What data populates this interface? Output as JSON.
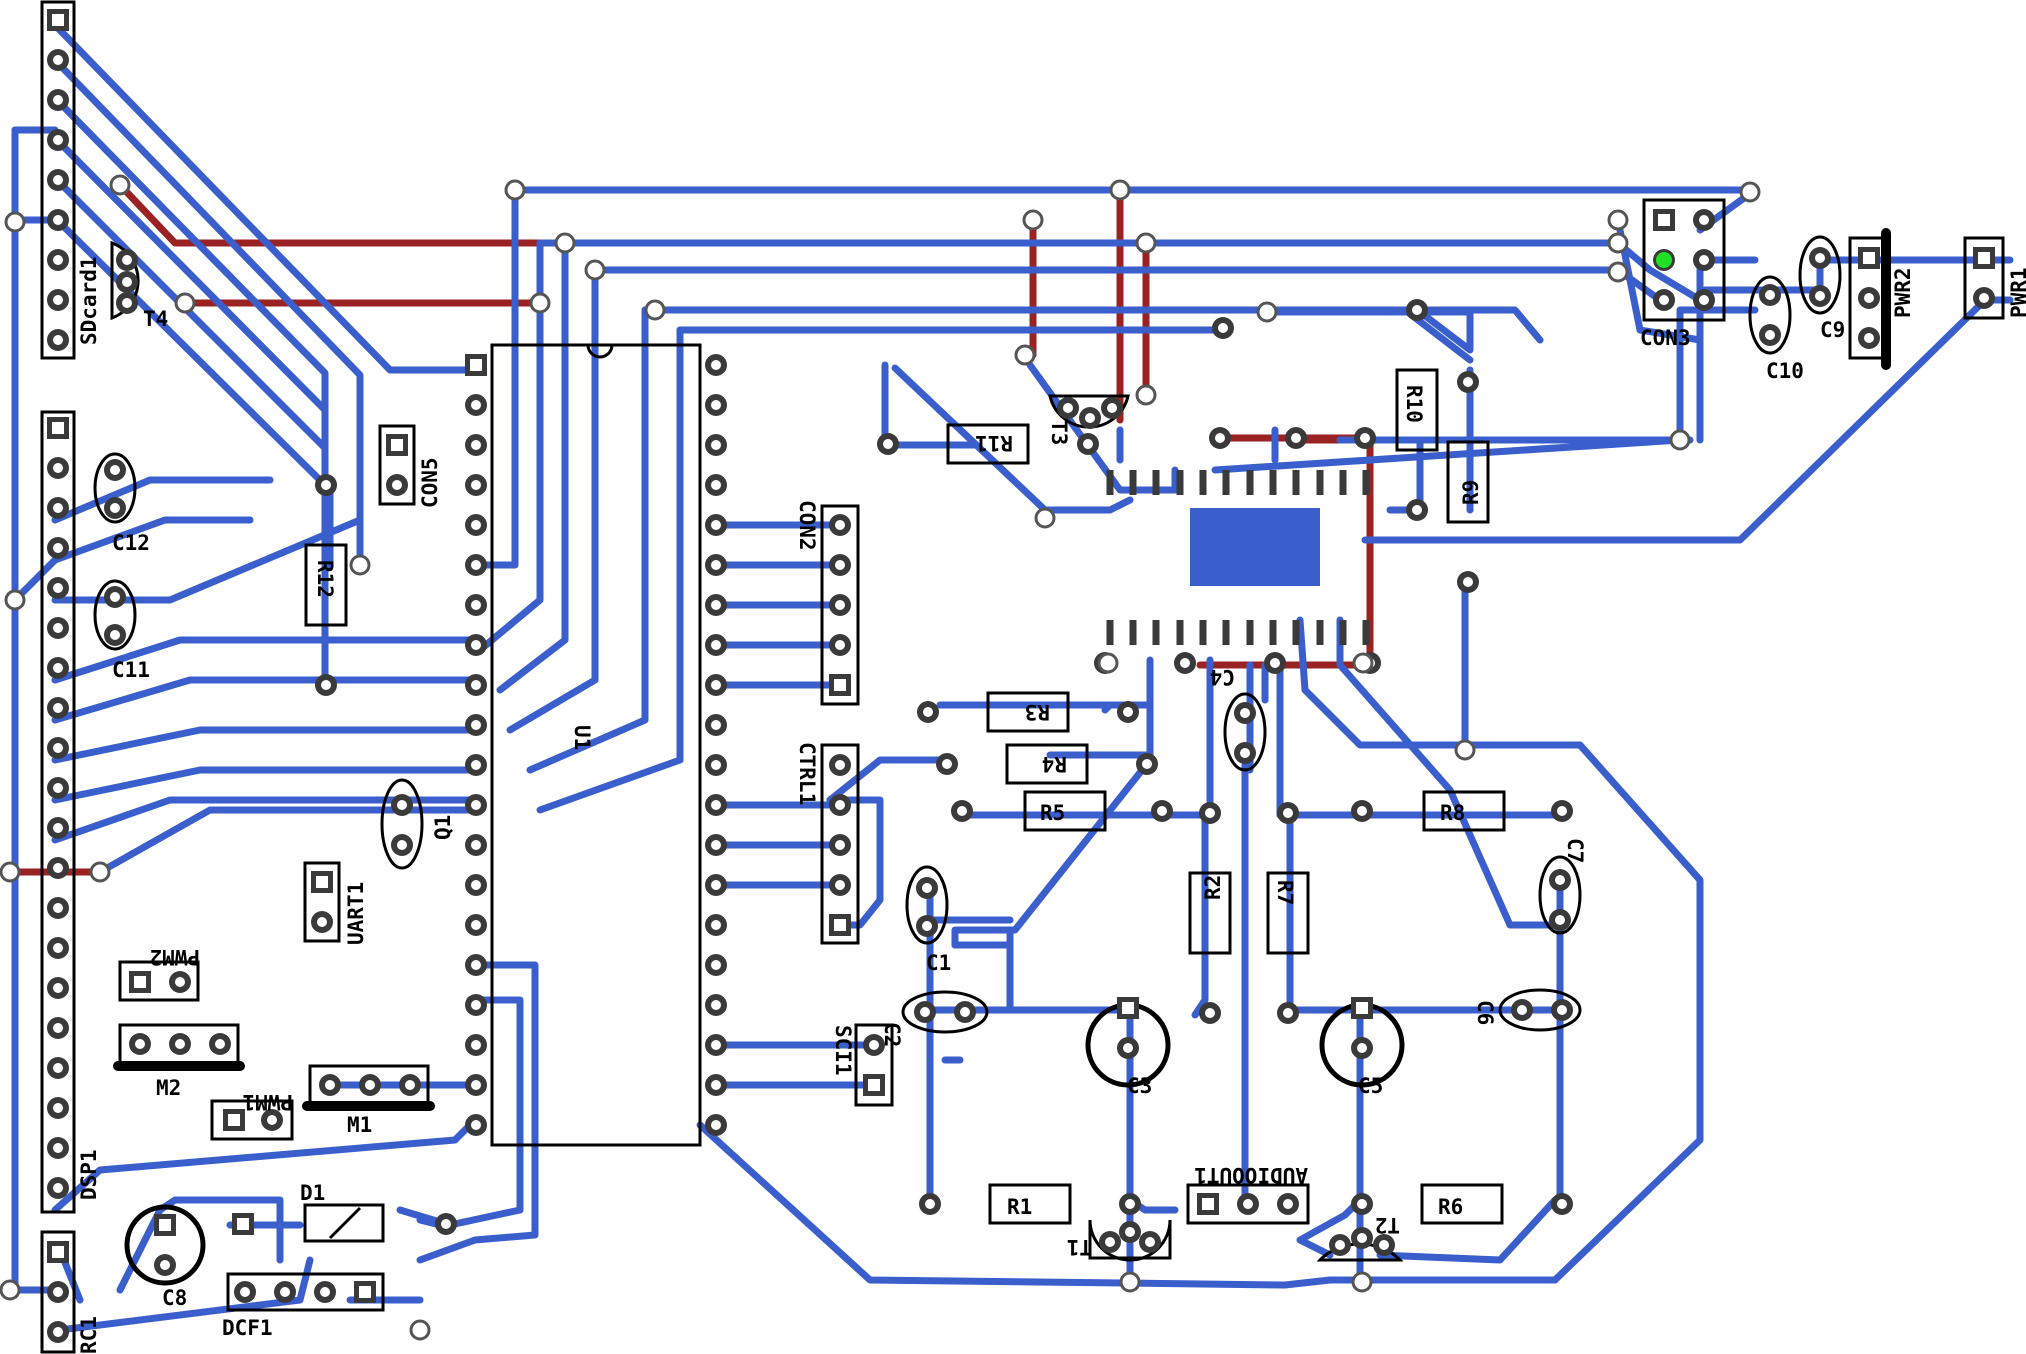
{
  "colors": {
    "bottom_trace": "#3a5fcd",
    "top_trace": "#9b2222",
    "outline": "#000000",
    "pad_ring": "#333333",
    "highlight_pad": "#21e021",
    "background": "#ffffff"
  },
  "labels": {
    "SDcard1": "SDcard1",
    "T4": "T4",
    "C12": "C12",
    "C11": "C11",
    "R12": "R12",
    "CON5": "CON5",
    "Q1": "Q1",
    "UART1": "UART1",
    "PWM2": "PWM2",
    "M2": "M2",
    "PWM1": "PWM1",
    "M1": "M1",
    "DSP1": "DSP1",
    "D1": "D1",
    "C8": "C8",
    "DCF1": "DCF1",
    "RC1": "RC1",
    "U1": "U1",
    "CON2": "CON2",
    "CTRL1": "CTRL1",
    "SCI1": "SCI1",
    "C2": "C2",
    "R11": "R11",
    "T3": "T3",
    "R10": "R10",
    "R9": "R9",
    "CON3": "CON3",
    "C10": "C10",
    "C9": "C9",
    "PWR2": "PWR2",
    "PWR1": "PWR1",
    "R3": "R3",
    "R4": "R4",
    "R5": "R5",
    "C4": "C4",
    "R8": "R8",
    "C7": "C7",
    "R2": "R2",
    "R7": "R7",
    "C1": "C1",
    "C3": "C3",
    "C5": "C5",
    "C6": "C6",
    "R1": "R1",
    "R6": "R6",
    "AUDIOOUT1": "AUDIOOUT1",
    "T1": "T1",
    "T2": "T2"
  }
}
